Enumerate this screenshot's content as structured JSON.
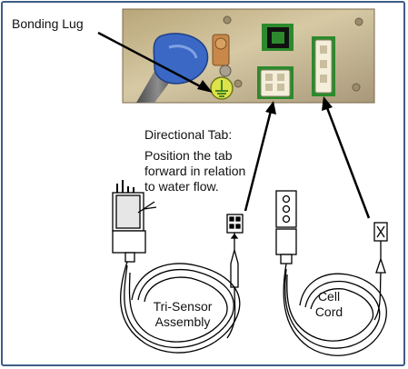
{
  "labels": {
    "bonding_lug": "Bonding Lug",
    "directional_title": "Directional Tab:",
    "directional_line1": "Position the tab",
    "directional_line2": "forward in relation",
    "directional_line3": "to water flow.",
    "sensor_line1": "Tri-Sensor",
    "sensor_line2": "Assembly",
    "cell_line1": "Cell",
    "cell_line2": "Cord"
  },
  "colors": {
    "frame": "#3d5c87",
    "panel": "#c7b88e",
    "green": "#2c8a2c",
    "blue_fitting": "#3a68c4"
  },
  "icons": [
    "bonding-lug-icon",
    "connector-icon",
    "plug-icon",
    "arrow-icon"
  ]
}
